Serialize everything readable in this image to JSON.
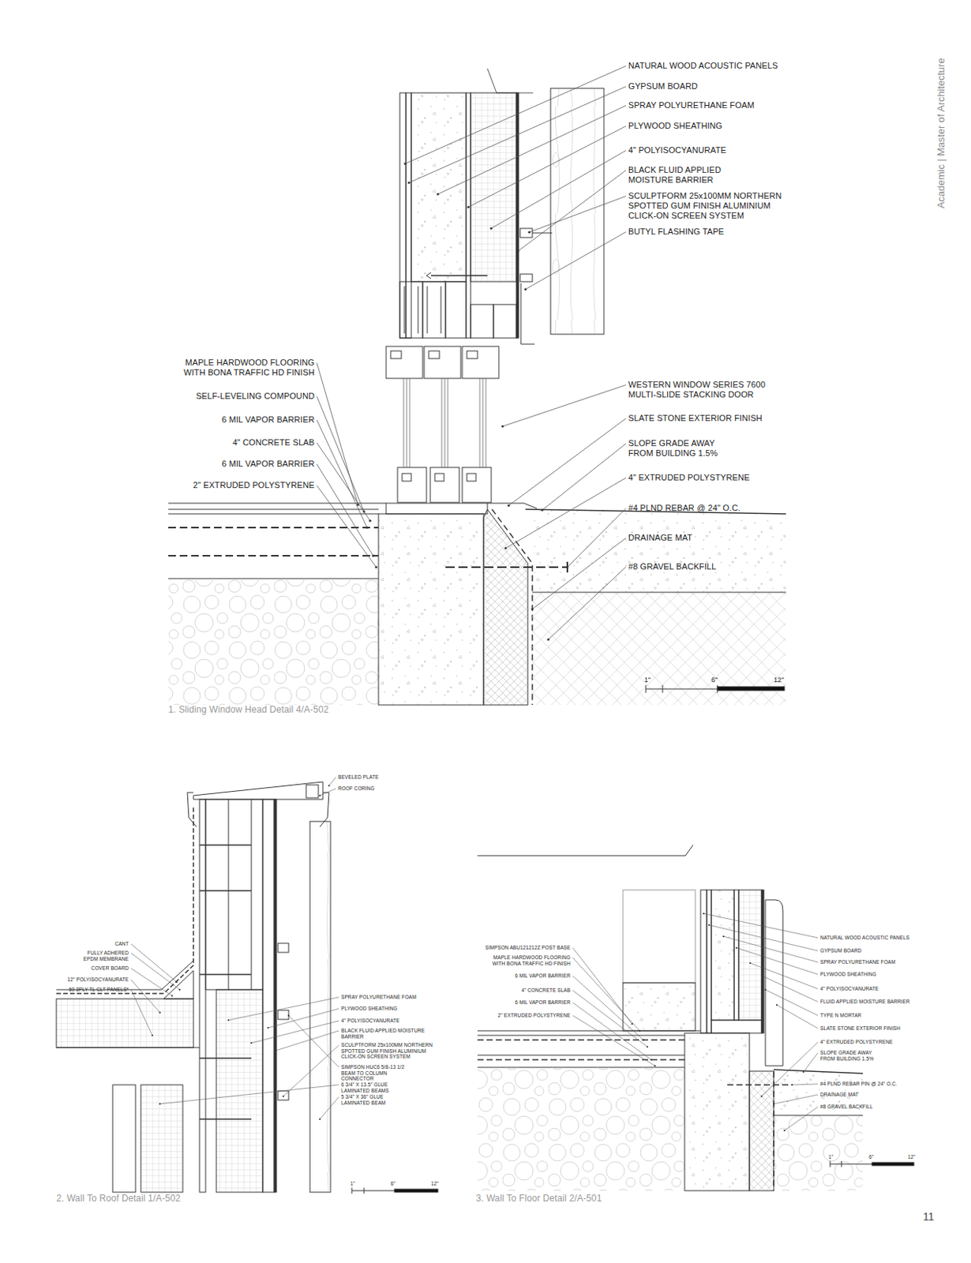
{
  "diagram": {
    "labels": [
      "NATURAL WOOD ACOUSTIC PANELS",
      "GYPSUM BOARD",
      "SPRAY POLYURETHANE FOAM",
      "PLYWOOD SHEATHING",
      "4\" POLYISOCYANURATE",
      "BLACK FLUID APPLIED MOISTURE BARRIER",
      "SCULPTFORM 25x100MM NORTHERN SPOTTED GUM FINISH ALUMINIUM CLICK-ON SCREEN SYSTEM",
      "BUTYL FLASHING TAPE",
      "MAPLE HARDWOOD FLOORING WITH BONA TRAFFIC HD FINISH",
      "SELF-LEVELING COMPOUND",
      "6 MIL VAPOR BARRIER",
      "4\" CONCRETE SLAB",
      "6 MIL VAPOR BARRIER",
      "2\" EXTRUDED POLYSTYRENE",
      "WESTERN WINDOW SERIES 7600 MULTI-SLIDE STACKING DOOR",
      "SLATE STONE EXTERIOR FINISH",
      "SLOPE GRADE AWAY FROM BUILDING 1.5%",
      "4\" EXTRUDED POLYSTYRENE",
      "#4 PLND REBAR @ 24\" O.C.",
      "DRAINAGE MAT",
      "#8 GRAVEL BACKFILL",
      "1\"",
      "6\"",
      "12\"",
      "1. Sliding Window Head Detail 4/A-502",
      "BEVELED PLATE",
      "ROOF CORING",
      "CANT",
      "FULLY ADHERED EPDM MEMBRANE",
      "COVER BOARD",
      "12\" POLYISOCYANURATE",
      "60 3PLY TL CLT PANELS*",
      "SPRAY POLYURETHANE FOAM",
      "PLYWOOD SHEATHING",
      "4\" POLYISOCYANURATE",
      "BLACK FLUID APPLIED MOISTURE BARRIER",
      "SCULPTFORM 25x100MM NORTHERN SPOTTED GUM FINISH ALUMINIUM CLICK-ON SCREEN SYSTEM",
      "SIMPSON HUC6 5/8-13 1/2 BEAM TO COLUMN CONNECTOR",
      "6 3/4\" X 13.5\" GLUE LAMINATED BEAMS",
      "5 3/4\" X 36\" GLUE LAMINATED BEAM",
      "1\"",
      "6\"",
      "12\"",
      "2. Wall To Roof Detail 1/A-502",
      "SIMPSON ABU121212Z POST BASE",
      "MAPLE HARDWOOD FLOORING WITH BONA TRAFFIC HD FINISH",
      "6 MIL VAPOR BARRIER",
      "4\" CONCRETE SLAB",
      "6 MIL VAPOR BARRIER",
      "2\" EXTRUDED POLYSTYRENE",
      "NATURAL WOOD ACOUSTIC PANELS",
      "GYPSUM BOARD",
      "SPRAY POLYURETHANE FOAM",
      "PLYWOOD SHEATHING",
      "4\" POLYISOCYANURATE",
      "FLUID APPLIED MOISTURE BARRIER",
      "TYPE N MORTAR",
      "SLATE STONE EXTERIOR FINISH",
      "4\" EXTRUDED POLYSTYRENE",
      "SLOPE GRADE AWAY FROM BUILDING 1.5%",
      "#4 PLND REBAR PIN @ 24\" O.C.",
      "DRAINAGE MAT",
      "#8 GRAVEL BACKFILL",
      "1\"",
      "6\"",
      "12\"",
      "3. Wall To Floor Detail 2/A-501",
      "Academic | Master of Architecture",
      "11"
    ]
  }
}
